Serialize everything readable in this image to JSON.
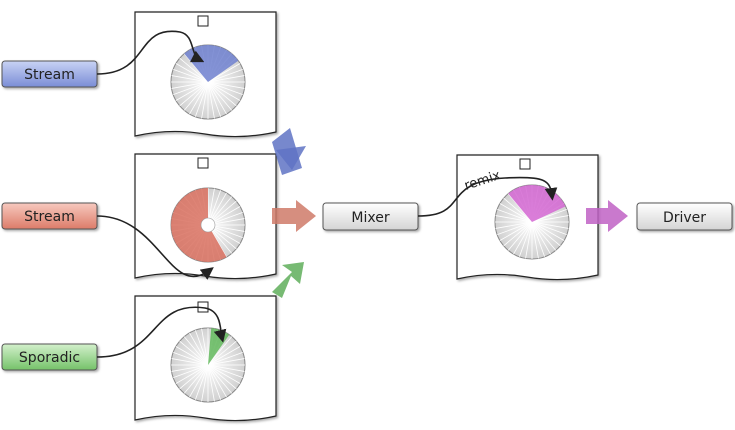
{
  "colors": {
    "stream_top": "#6f80cf",
    "stream_mid": "#d9705f",
    "sporadic": "#62b85c",
    "mixer_fill": "#d466d2",
    "gray_box": "#dcdcdc",
    "top_arrow": "#5f73c4",
    "mid_arrow": "#cf7a68",
    "bottom_arrow": "#5fae5b",
    "out_arrow": "#c062c4"
  },
  "sources": [
    {
      "label": "Stream",
      "color_key": "stream_top"
    },
    {
      "label": "Stream",
      "color_key": "stream_mid"
    },
    {
      "label": "Sporadic",
      "color_key": "sporadic"
    }
  ],
  "mixer": {
    "label": "Mixer"
  },
  "driver": {
    "label": "Driver"
  },
  "mixer_buffer": {
    "edge_label": "remix"
  },
  "buffers": [
    {
      "name": "top-buffer",
      "fill_key": "top_arrow"
    },
    {
      "name": "mid-buffer",
      "fill_key": "mid_arrow"
    },
    {
      "name": "bottom-buffer",
      "fill_key": "bottom_arrow"
    },
    {
      "name": "mixer-buffer",
      "fill_key": "mixer_fill"
    }
  ]
}
